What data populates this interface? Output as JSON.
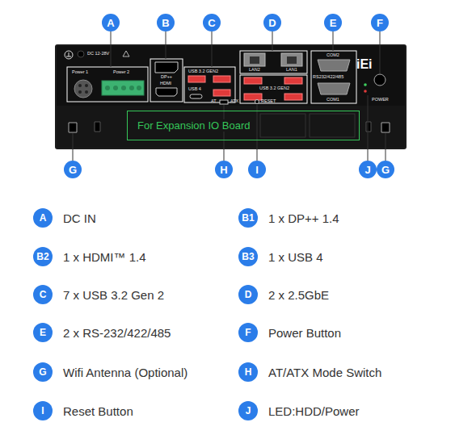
{
  "diagram": {
    "nodes": [
      {
        "text": [
          "A"
        ]
      },
      {
        "text": [
          "B"
        ]
      },
      {
        "text": [
          "C"
        ]
      },
      {
        "text": [
          "D"
        ]
      },
      {
        "text": [
          "E"
        ]
      },
      {
        "text": [
          "F"
        ]
      },
      {
        "text": [
          "For Expansion IO Board"
        ]
      },
      {
        "text": [
          "G"
        ]
      },
      {
        "text": [
          "H"
        ]
      },
      {
        "text": [
          "I"
        ]
      },
      {
        "text": [
          "J"
        ]
      },
      {
        "text": [
          "G"
        ]
      },
      {
        "text": [
          "A",
          "DC IN"
        ]
      },
      {
        "text": [
          "B1",
          "1 x DP++ 1.4"
        ]
      },
      {
        "text": [
          "B2",
          "1 x HDMI™ 1.4"
        ]
      },
      {
        "text": [
          "B3",
          "1 x USB 4"
        ]
      },
      {
        "text": [
          "C",
          "7 x USB 3.2 Gen 2"
        ]
      },
      {
        "text": [
          "D",
          "2 x 2.5GbE"
        ]
      },
      {
        "text": [
          "E",
          "2 x RS-232/422/485"
        ]
      },
      {
        "text": [
          "F",
          "Power Button"
        ]
      },
      {
        "text": [
          "G",
          "Wifi Antenna (Optional)"
        ]
      },
      {
        "text": [
          "H",
          "AT/ATX Mode Switch"
        ]
      },
      {
        "text": [
          "I",
          "Reset Button"
        ]
      },
      {
        "text": [
          "J",
          "LED:HDD/Power"
        ]
      }
    ],
    "labels": [
      "DC 12-28V",
      "Power 1",
      "Power 2",
      "DP++",
      "HDMI",
      "USB 3.2 GEN2",
      "USB 4",
      "LAN2",
      "LAN1",
      "USB 3.2 GEN2",
      "COM2",
      "RS232/422/485",
      "COM1",
      "AT",
      "ATX",
      "RESET",
      "POWER",
      "iEi"
    ]
  }
}
